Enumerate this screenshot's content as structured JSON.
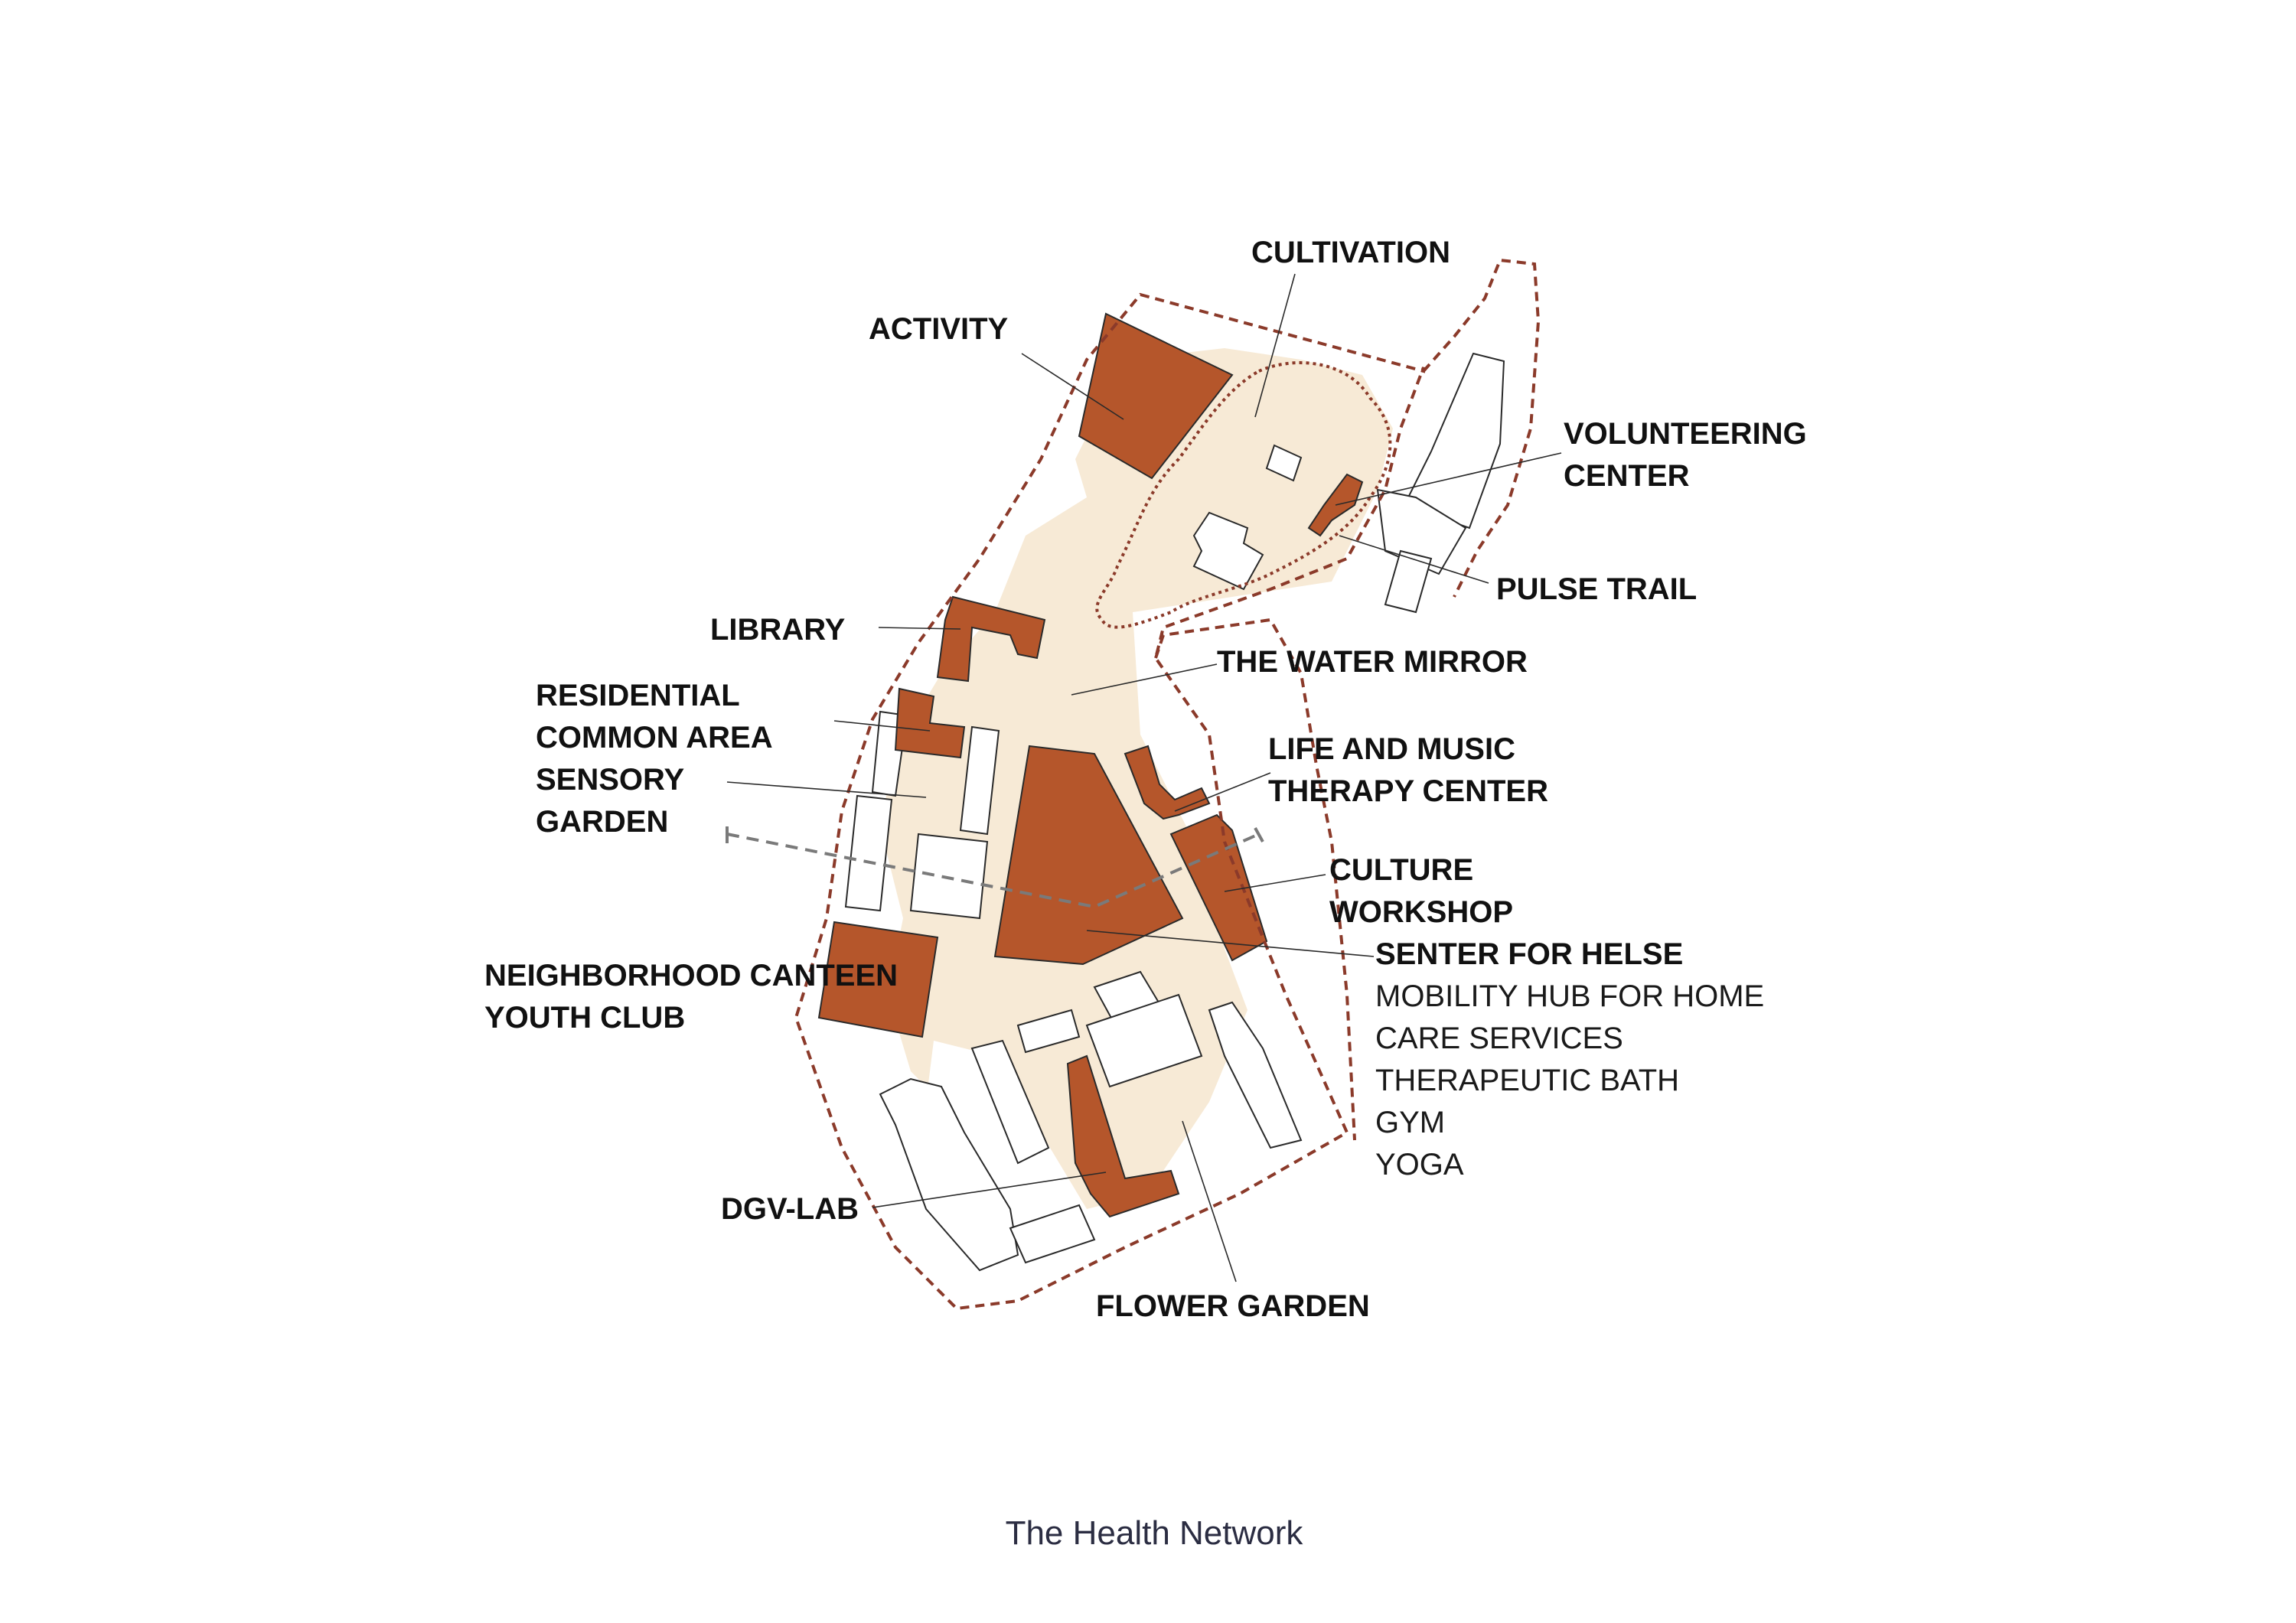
{
  "colors": {
    "program_fill": "#b5562b",
    "landscape_fill": "#f7ead6",
    "existing_fill": "#ffffff",
    "boundary": "#8b3a2a",
    "section_line": "#7a7a7a",
    "caption": "#2b2d42"
  },
  "labels": {
    "activity": "ACTIVITY",
    "cultivation": "CULTIVATION",
    "volunteering_1": "VOLUNTEERING",
    "volunteering_2": "CENTER",
    "pulse_trail": "PULSE TRAIL",
    "library": "LIBRARY",
    "water_mirror": "THE WATER MIRROR",
    "residential_1": "RESIDENTIAL",
    "residential_2": "COMMON AREA",
    "sensory_1": "SENSORY",
    "sensory_2": "GARDEN",
    "life_music_1": "LIFE AND MUSIC",
    "life_music_2": "THERAPY CENTER",
    "culture_1": "CULTURE",
    "culture_2": "WORKSHOP",
    "senter": "SENTER FOR HELSE",
    "senter_items": [
      "MOBILITY HUB FOR HOME",
      "CARE SERVICES",
      "THERAPEUTIC BATH",
      "GYM",
      "YOGA"
    ],
    "canteen_1": "NEIGHBORHOOD CANTEEN",
    "canteen_2": "YOUTH CLUB",
    "dgv_lab": "DGV-LAB",
    "flower_garden": "FLOWER GARDEN"
  },
  "caption": "The Health Network"
}
